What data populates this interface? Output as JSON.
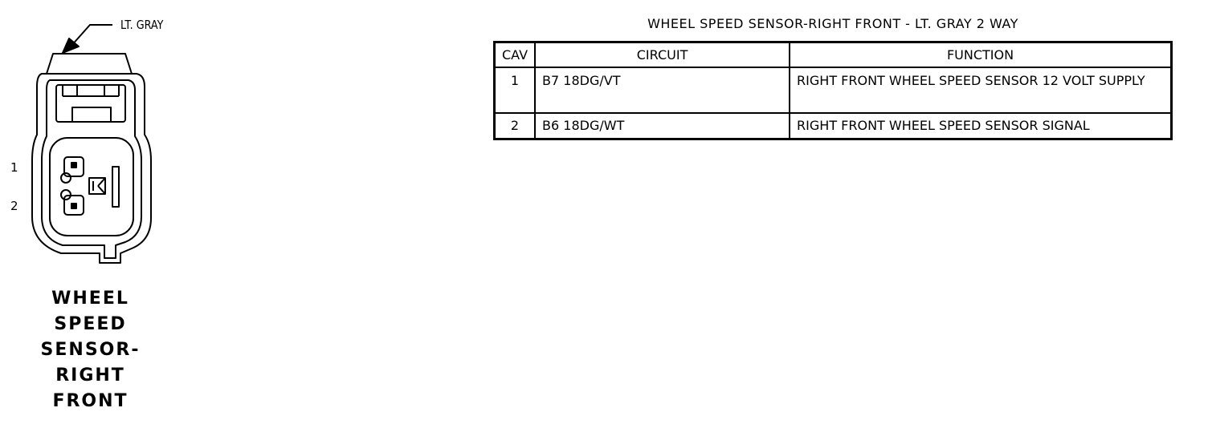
{
  "connector": {
    "color_label": "LT. GRAY",
    "pin_labels": [
      "1",
      "2"
    ],
    "caption_lines": [
      "WHEEL",
      "SPEED",
      "SENSOR-",
      "RIGHT",
      "FRONT"
    ]
  },
  "table": {
    "title": "WHEEL SPEED SENSOR-RIGHT FRONT - LT. GRAY 2 WAY",
    "headers": {
      "cav": "CAV",
      "circuit": "CIRCUIT",
      "function": "FUNCTION"
    },
    "rows": [
      {
        "cav": "1",
        "circuit": "B7 18DG/VT",
        "function": "RIGHT FRONT WHEEL SPEED SENSOR 12 VOLT SUPPLY"
      },
      {
        "cav": "2",
        "circuit": "B6 18DG/WT",
        "function": "RIGHT FRONT WHEEL SPEED SENSOR SIGNAL"
      }
    ]
  }
}
